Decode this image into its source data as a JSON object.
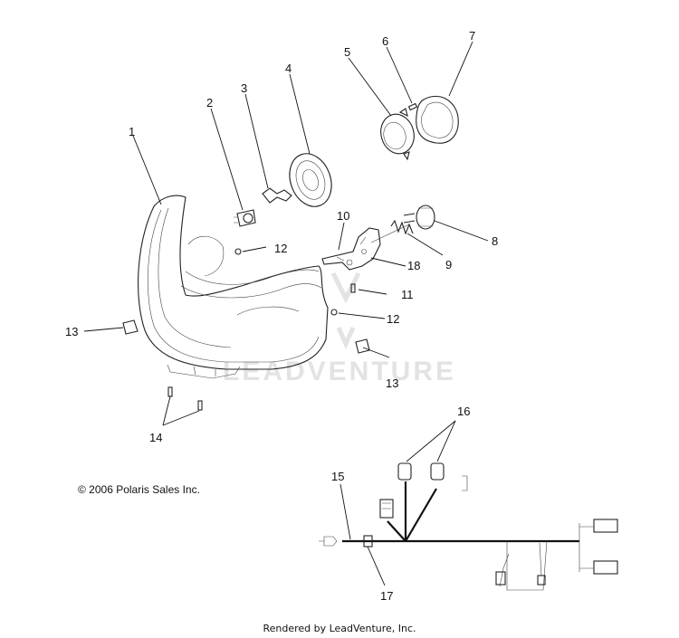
{
  "copyright": "© 2006 Polaris Sales Inc.",
  "footer": "Rendered by LeadVenture, Inc.",
  "watermark": "LEADVENTURE",
  "callouts": [
    "1",
    "2",
    "3",
    "4",
    "5",
    "6",
    "7",
    "8",
    "9",
    "10",
    "11",
    "12",
    "12",
    "13",
    "13",
    "14",
    "15",
    "16",
    "17",
    "18"
  ]
}
